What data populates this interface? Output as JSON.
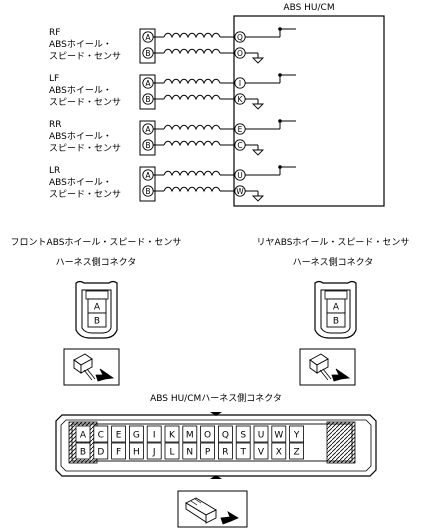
{
  "top_diagram": {
    "unit_title": "ABS HU/CM",
    "sensors": [
      {
        "pos": "RF",
        "line1": "ABSホイール・",
        "line2": "スピード・センサ",
        "pins": [
          "A",
          "B"
        ],
        "unit_pins": [
          "Q",
          "O"
        ]
      },
      {
        "pos": "LF",
        "line1": "ABSホイール・",
        "line2": "スピード・センサ",
        "pins": [
          "A",
          "B"
        ],
        "unit_pins": [
          "I",
          "K"
        ]
      },
      {
        "pos": "RR",
        "line1": "ABSホイール・",
        "line2": "スピード・センサ",
        "pins": [
          "A",
          "B"
        ],
        "unit_pins": [
          "E",
          "C"
        ]
      },
      {
        "pos": "LR",
        "line1": "ABSホイール・",
        "line2": "スピード・センサ",
        "pins": [
          "A",
          "B"
        ],
        "unit_pins": [
          "U",
          "W"
        ]
      }
    ]
  },
  "front_connector": {
    "title": "フロントABSホイール・スピード・センサ",
    "subtitle": "ハーネス側コネクタ",
    "pins": [
      "A",
      "B"
    ]
  },
  "rear_connector": {
    "title": "リヤABSホイール・スピード・センサ",
    "subtitle": "ハーネス側コネクタ",
    "pins": [
      "A",
      "B"
    ]
  },
  "abs_connector": {
    "title": "ABS HU/CMハーネス側コネクタ",
    "row_top": [
      "A",
      "C",
      "E",
      "G",
      "I",
      "K",
      "M",
      "O",
      "Q",
      "S",
      "U",
      "W",
      "Y"
    ],
    "row_bottom": [
      "B",
      "D",
      "F",
      "H",
      "J",
      "L",
      "N",
      "P",
      "R",
      "T",
      "V",
      "X",
      "Z"
    ]
  }
}
